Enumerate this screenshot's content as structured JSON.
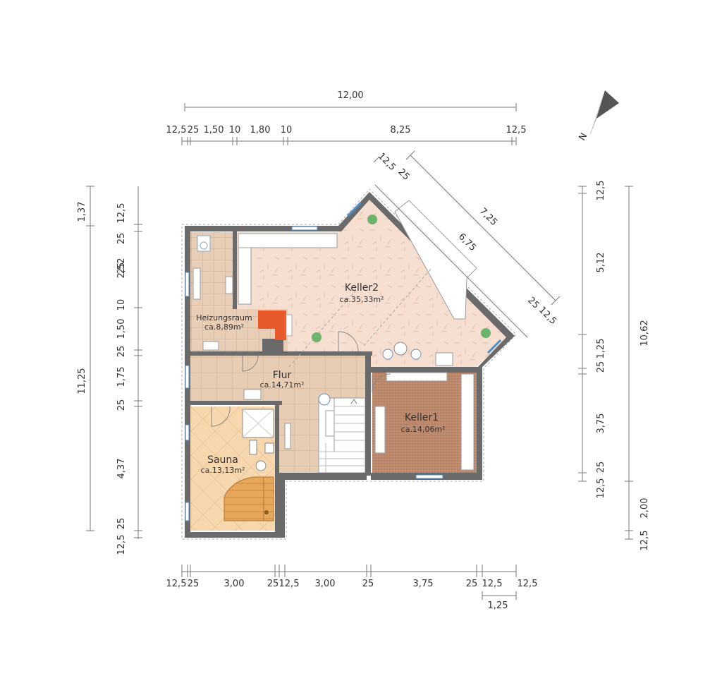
{
  "rooms": {
    "keller2": {
      "name": "Keller2",
      "area": "ca.35,33m²"
    },
    "heizungsraum": {
      "name": "Heizungsraum",
      "area": "ca.8,89m²"
    },
    "flur": {
      "name": "Flur",
      "area": "ca.14,71m²"
    },
    "keller1": {
      "name": "Keller1",
      "area": "ca.14,06m²"
    },
    "sauna": {
      "name": "Sauna",
      "area": "ca.13,13m²"
    }
  },
  "compass": {
    "label": "N"
  },
  "dimensions": {
    "top_total": "12,00",
    "top": [
      "12,5",
      "25",
      "1,50",
      "10",
      "1,80",
      "10",
      "8,25",
      "12,5"
    ],
    "bottom": [
      "12,5",
      "25",
      "3,00",
      "25",
      "12,5",
      "3,00",
      "25",
      "3,75",
      "25",
      "12,5",
      "12,5"
    ],
    "bottom_sub": "1,25",
    "left_outer": [
      "1,37",
      "11,25"
    ],
    "left_inner": [
      "25",
      "12,5",
      "25",
      "2,52",
      "10",
      "1,50",
      "25",
      "1,75",
      "25",
      "4,37",
      "25",
      "12,5"
    ],
    "right_inner": [
      "12,5",
      "5,12",
      "1,25",
      "25",
      "3,75",
      "25",
      "12,5"
    ],
    "right_outer": [
      "10,62",
      "2,00",
      "12,5"
    ],
    "diagonal": [
      "12,5",
      "25",
      "7,25",
      "6,75",
      "25",
      "12,5"
    ]
  }
}
